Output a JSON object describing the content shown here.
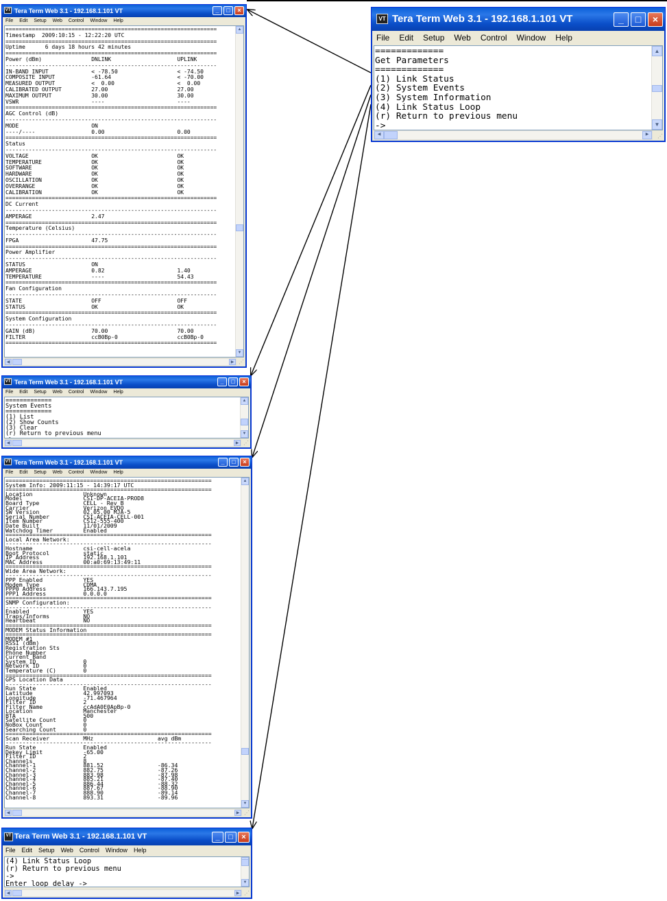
{
  "app_title": "Tera Term Web 3.1 - 192.168.1.101 VT",
  "icon_label": "VT",
  "menu": [
    "File",
    "Edit",
    "Setup",
    "Web",
    "Control",
    "Window",
    "Help"
  ],
  "windows": {
    "link_status": {
      "lines": [
        "================================================================",
        "Timestamp  2009:10:15 - 12:22:20 UTC",
        "================================================================",
        "Uptime      6 days 18 hours 42 minutes",
        "================================================================",
        "Power (dBm)               DNLINK                    UPLINK",
        "----------------------------------------------------------------",
        "IN-BAND INPUT             < -78.50                  < -74.50",
        "COMPOSITE INPUT           -61.64                    < -70.00",
        "MEASURED OUTPUT           <  0.00                   <  0.00",
        "",
        "CALIBRATED OUTPUT         27.00                     27.00",
        "MAXIMUM OUTPUT            30.00                     30.00",
        "VSWR                      ----                      ----",
        "================================================================",
        "AGC Control (dB)",
        "----------------------------------------------------------------",
        "MODE                      ON",
        "----/----                 0.00                      0.00",
        "================================================================",
        "Status",
        "----------------------------------------------------------------",
        "VOLTAGE                   OK                        OK",
        "TEMPERATURE               OK                        OK",
        "SOFTWARE                  OK                        OK",
        "HARDWARE                  OK                        OK",
        "OSCILLATION               OK                        OK",
        "OVERRANGE                 OK                        OK",
        "CALIBRATION               OK                        OK",
        "================================================================",
        "DC Current",
        "----------------------------------------------------------------",
        "AMPERAGE                  2.47",
        "================================================================",
        "Temperature (Celsius)",
        "----------------------------------------------------------------",
        "FPGA                      47.75",
        "================================================================",
        "Power Amplifier",
        "----------------------------------------------------------------",
        "STATUS                    ON",
        "AMPERAGE                  0.82                      1.40",
        "TEMPERATURE               ----                      54.43",
        "================================================================",
        "Fan Configuration",
        "----------------------------------------------------------------",
        "STATE                     OFF                       OFF",
        "STATUS                    OK                        OK",
        "================================================================",
        "System Configuration",
        "----------------------------------------------------------------",
        "GAIN (dB)                 70.00                     70.00",
        "FILTER                    ccB0Bp-0                  ccB0Bp-0",
        "================================================================"
      ]
    },
    "get_parameters": {
      "lines": [
        "=============",
        "Get Parameters",
        "=============",
        "(1) Link Status",
        "(2) System Events",
        "(3) System Information",
        "(4) Link Status Loop",
        "(r) Return to previous menu",
        "->"
      ]
    },
    "system_events": {
      "lines": [
        "=============",
        "System Events",
        "=============",
        "(1) List",
        "(2) Show Counts",
        "(3) Clear",
        "(r) Return to previous menu",
        "->"
      ]
    },
    "system_info": {
      "lines": [
        "=============================================================",
        "System Info: 2009:11:15 - 14:39:17 UTC",
        "=============================================================",
        "Location               Unknown",
        "Model                  CSI-DP-ACEIA-PROD8",
        "Board Type             CELL - Rev B",
        "Carrier                Verizon EVDO",
        "SW Version             02.05.00 MJA-5",
        "Serial Number          CSI-ACEIA-CELL-001",
        "Item Number            CS12-555-400",
        "Date Built             11/01/2009",
        "Watchdog Timer         Enabled",
        "=============================================================",
        "Local Area Network:",
        "-------------------------------------------------------------",
        "Hostname               csi-cell-acela",
        "Boot Protocol          static",
        "IP Address             192.168.1.101",
        "MAC Address            00:a0:69:13:49:11",
        "=============================================================",
        "Wide Area Network:",
        "-------------------------------------------------------------",
        "PPP Enabled            YES",
        "Modem Type             CDMA",
        "PPP0 Address           166.143.7.195",
        "PPP1 Address           0.0.0.0",
        "=============================================================",
        "SNMP Configuration:",
        "-------------------------------------------------------------",
        "Enabled                YES",
        "Traps/Informs          NO",
        "Heartbeat              NO",
        "=============================================================",
        "MODEM Status Information",
        "=============================================================",
        "",
        "MODEM #1",
        "",
        "RSSI (dBm)",
        "Registration Sts",
        "Phone Number",
        "Current Band",
        "System ID              0",
        "Network ID             0",
        "Temperature (C)        0",
        "=============================================================",
        "GPS Location Data",
        "-------------------------------------------------------------",
        "Run State              Enabled",
        "Latitude               42.997093",
        "Longitude              -71.467964",
        "Filter ID              2",
        "Filter Name            ccAdA0E0ApBp-0",
        "Location               Manchester",
        "BTA                    500",
        "Satellite Count        0",
        "NoBox Count            0",
        "Searching Count        0",
        "=============================================================",
        "Scan Receiver          MHz                   avg dBm",
        "-------------------------------------------------------------",
        "Run State              Enabled",
        "Dekey Limit            -65.00",
        "Filter ID              2",
        "Channels               8",
        "",
        "Channel-1              881.52                -86.34",
        "Channel-2              882.75                -87.26",
        "Channel-3              883.98                -87.98",
        "Channel-4              885.21                -87.40",
        "Channel-5              886.44                -88.32",
        "Channel-6              887.67                -88.90",
        "Channel-7              888.90                -89.14",
        "Channel-8              893.31                -89.96"
      ]
    },
    "link_status_loop": {
      "lines": [
        "(4) Link Status Loop",
        "(r) Return to previous menu",
        "->",
        "Enter loop delay ->"
      ]
    }
  }
}
